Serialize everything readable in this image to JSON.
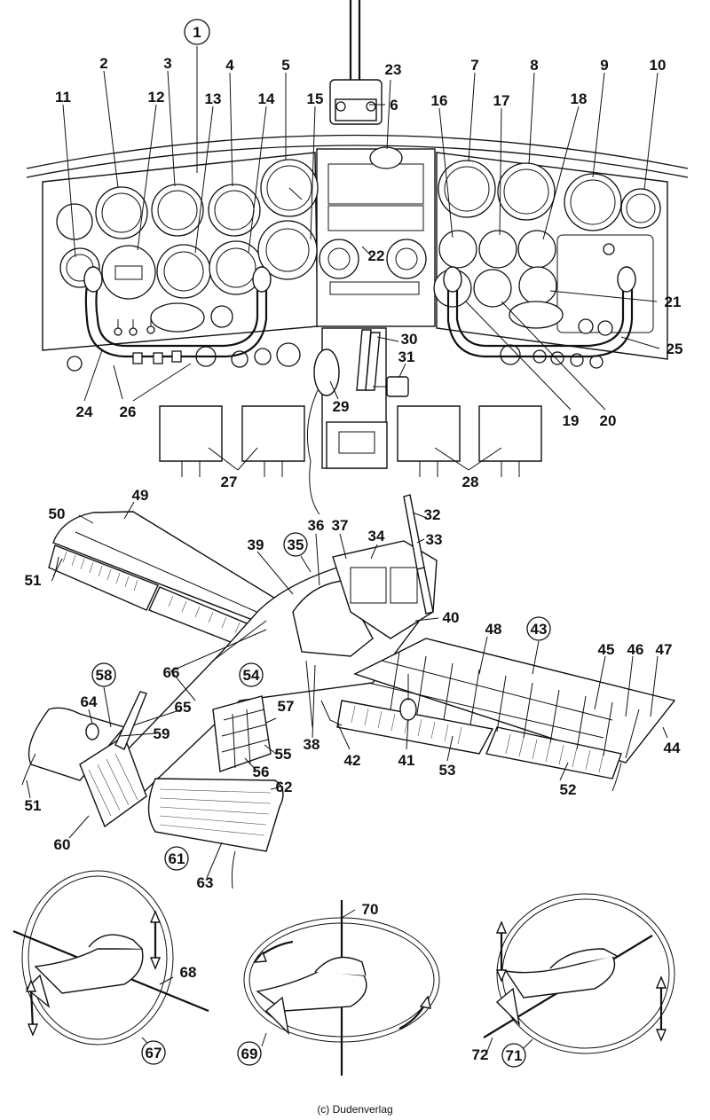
{
  "credit": "(c) Dudenverlag",
  "callouts": {
    "n1": "1",
    "n2": "2",
    "n3": "3",
    "n4": "4",
    "n5": "5",
    "n6": "6",
    "n7": "7",
    "n8": "8",
    "n9": "9",
    "n10": "10",
    "n11": "11",
    "n12": "12",
    "n13": "13",
    "n14": "14",
    "n15": "15",
    "n16": "16",
    "n17": "17",
    "n18": "18",
    "n19": "19",
    "n20": "20",
    "n21": "21",
    "n22": "22",
    "n23": "23",
    "n24": "24",
    "n25": "25",
    "n26": "26",
    "n27": "27",
    "n28": "28",
    "n29": "29",
    "n30": "30",
    "n31": "31",
    "n32": "32",
    "n33": "33",
    "n34": "34",
    "n35": "35",
    "n36": "36",
    "n37": "37",
    "n38": "38",
    "n39": "39",
    "n40": "40",
    "n41": "41",
    "n42": "42",
    "n43": "43",
    "n44": "44",
    "n45": "45",
    "n46": "46",
    "n47": "47",
    "n48": "48",
    "n49": "49",
    "n50": "50",
    "n51": "51",
    "n52": "52",
    "n53": "53",
    "n54": "54",
    "n55": "55",
    "n56": "56",
    "n57": "57",
    "n58": "58",
    "n59": "59",
    "n60": "60",
    "n61": "61",
    "n62": "62",
    "n63": "63",
    "n64": "64",
    "n65": "65",
    "n66": "66",
    "n67": "67",
    "n68": "68",
    "n69": "69",
    "n70": "70",
    "n71": "71",
    "n72": "72"
  }
}
